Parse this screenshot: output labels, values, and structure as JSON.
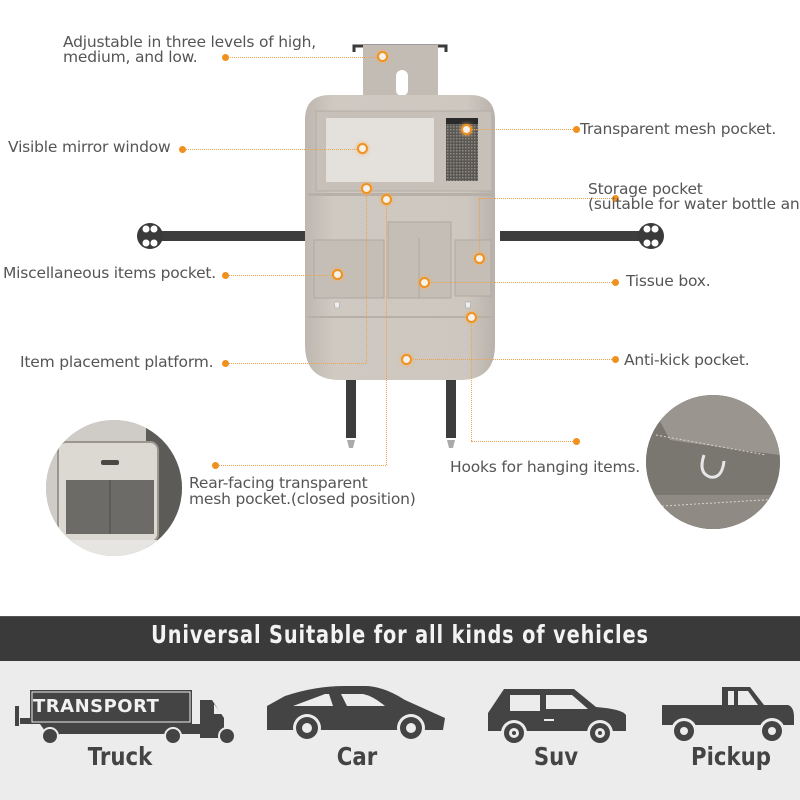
{
  "callouts": {
    "adjustable": {
      "line1": "Adjustable in three levels of high,",
      "line2": "medium, and low."
    },
    "mirror_window": "Visible mirror window",
    "mesh_pocket": "Transparent mesh pocket.",
    "storage_pocket": {
      "line1": "Storage pocket",
      "line2": "(suitable for water bottle an"
    },
    "misc_pocket": "Miscellaneous items pocket.",
    "tissue_box": "Tissue box.",
    "platform": "Item placement platform.",
    "anti_kick": "Anti-kick pocket.",
    "hooks": "Hooks for hanging items.",
    "rear_mesh": {
      "line1": "Rear-facing transparent",
      "line2": "mesh pocket.(closed position)"
    }
  },
  "banner": {
    "title": "Universal Suitable for all kinds of vehicles"
  },
  "vehicles": [
    {
      "name": "Truck",
      "icon": "truck-icon",
      "badge": "TRANSPORT"
    },
    {
      "name": "Car",
      "icon": "car-icon"
    },
    {
      "name": "Suv",
      "icon": "suv-icon"
    },
    {
      "name": "Pickup",
      "icon": "pickup-icon"
    }
  ],
  "colors": {
    "accent": "#f0901e",
    "text": "#555555",
    "banner_bg": "#3a3a3a",
    "product": "#c9c3bc"
  }
}
